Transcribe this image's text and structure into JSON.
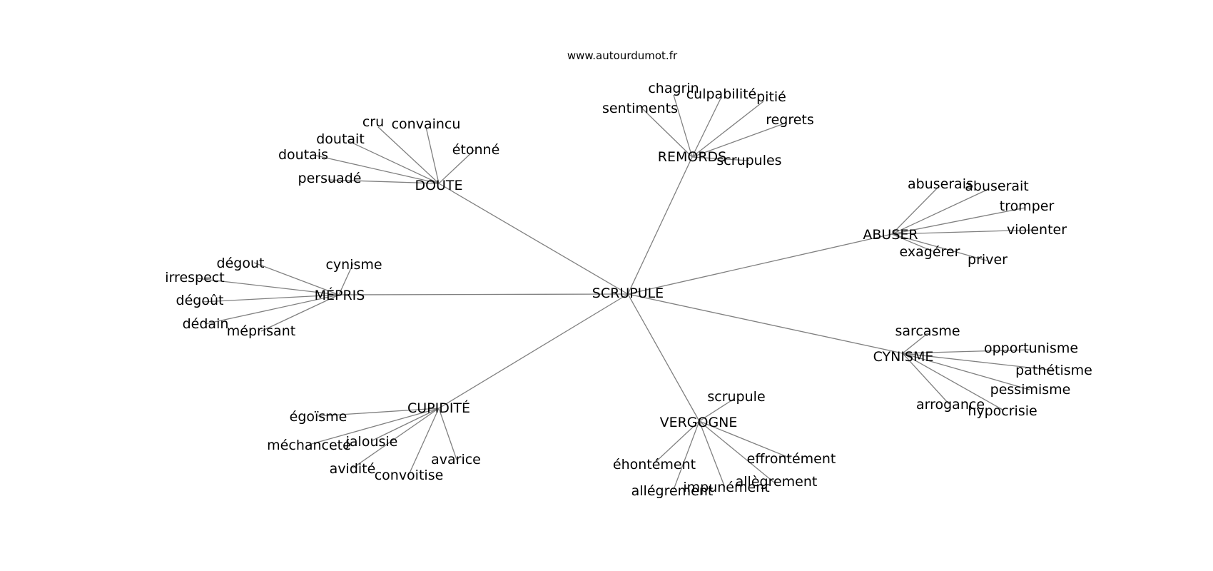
{
  "watermark": "www.autourdumot.fr",
  "colors": {
    "edge": "#808080",
    "text": "#000000",
    "background": "#ffffff"
  },
  "graph": {
    "center": "SCRUPULE",
    "clusters": [
      {
        "hub": "DOUTE",
        "leaves": [
          "cru",
          "convaincu",
          "doutait",
          "étonné",
          "doutais",
          "persuadé"
        ]
      },
      {
        "hub": "REMORDS",
        "leaves": [
          "chagrin",
          "culpabilité",
          "pitié",
          "sentiments",
          "regrets",
          "scrupules"
        ]
      },
      {
        "hub": "ABUSER",
        "leaves": [
          "abuserais",
          "abuserait",
          "tromper",
          "violenter",
          "exagérer",
          "priver"
        ]
      },
      {
        "hub": "MÉPRIS",
        "leaves": [
          "dégout",
          "cynisme",
          "irrespect",
          "dégoût",
          "dédain",
          "méprisant"
        ]
      },
      {
        "hub": "CYNISME",
        "leaves": [
          "sarcasme",
          "opportunisme",
          "pathétisme",
          "pessimisme",
          "arrogance",
          "hypocrisie"
        ]
      },
      {
        "hub": "CUPIDITÉ",
        "leaves": [
          "égoïsme",
          "méchanceté",
          "jalousie",
          "avarice",
          "avidité",
          "convoitise"
        ]
      },
      {
        "hub": "VERGOGNE",
        "leaves": [
          "scrupule",
          "effrontément",
          "éhontément",
          "allègrement",
          "impunément",
          "allégrement"
        ]
      }
    ]
  }
}
